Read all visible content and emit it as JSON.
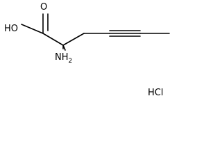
{
  "molecule": {
    "atoms": {
      "carbonyl_oxygen": "O",
      "hydroxyl": "HO",
      "amine": "NH",
      "amine_subscript": "2"
    },
    "salt": "HCl"
  }
}
